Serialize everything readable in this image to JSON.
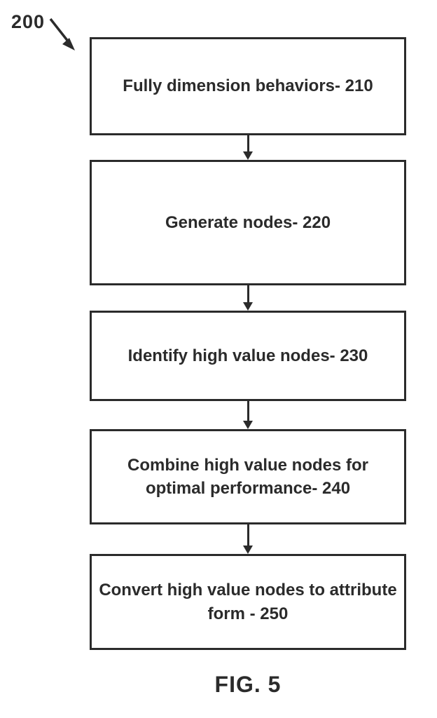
{
  "figure": {
    "reference_label": "200",
    "caption": "FIG. 5"
  },
  "colors": {
    "ink": "#2b2b2b",
    "background": "#ffffff"
  },
  "flowchart": {
    "type": "flowchart",
    "direction": "top-down",
    "nodes": [
      {
        "id": "210",
        "label": "Fully dimension behaviors- 210"
      },
      {
        "id": "220",
        "label": "Generate nodes- 220"
      },
      {
        "id": "230",
        "label": "Identify high value nodes- 230"
      },
      {
        "id": "240",
        "label": "Combine high value nodes for optimal performance- 240"
      },
      {
        "id": "250",
        "label": "Convert high value nodes to attribute form - 250"
      }
    ],
    "edges": [
      {
        "from": "210",
        "to": "220"
      },
      {
        "from": "220",
        "to": "230"
      },
      {
        "from": "230",
        "to": "240"
      },
      {
        "from": "240",
        "to": "250"
      }
    ]
  }
}
